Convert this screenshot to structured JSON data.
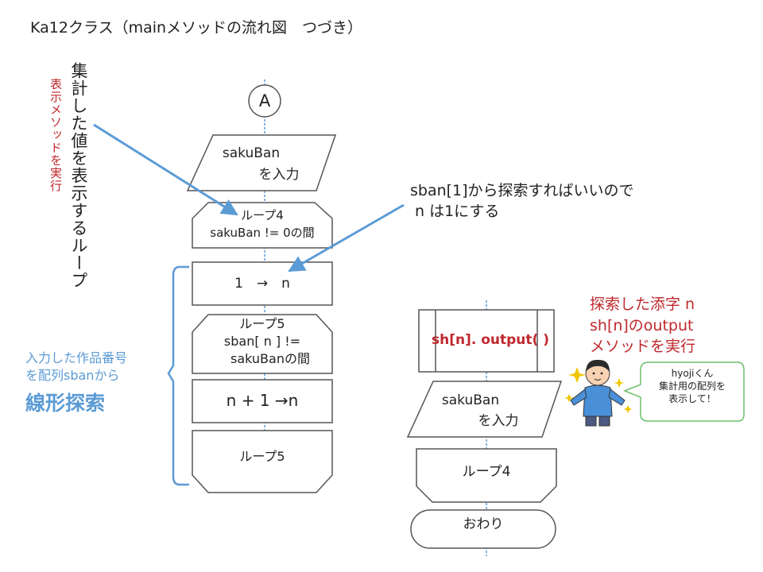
{
  "title": "Ka12クラス（mainメソッドの流れ図　つづき）",
  "notes": {
    "aggregate": "集計した値を表示するループ",
    "display_method": "表示メソッドを実行",
    "search_hint_line1": "sban[1]から探索すればいいので",
    "search_hint_line2": "n は1にする",
    "linear_search_line1": "入力した作品番号",
    "linear_search_line2": "を配列sbanから",
    "linear_search_big": "線形探索",
    "index_line1": "探索した添字 n",
    "index_line2": "sh[n]のoutput",
    "index_line3": "メソッドを実行"
  },
  "flow": {
    "connector": "A",
    "input1_line1": "sakuBan",
    "input1_line2": "を入力",
    "loop4_line1": "ループ4",
    "loop4_line2": "sakuBan != 0の間",
    "assign1": "1　→　n",
    "loop5_line1": "ループ5",
    "loop5_line2": "sban[ n ] !=",
    "loop5_line3": "sakuBanの間",
    "increment": "n + 1 →n",
    "loop5_end": "ループ5",
    "output_call": "sh[n]. output( )",
    "input2_line1": "sakuBan",
    "input2_line2": "を入力",
    "loop4_end": "ループ4",
    "end": "おわり"
  },
  "bubble": {
    "line1": "hyojiくん",
    "line2": "集計用の配列を",
    "line3": "表示して！"
  },
  "colors": {
    "arrow_blue": "#5b9bd5",
    "note_red": "#c0282d",
    "character_shirt": "#4a90d9"
  }
}
